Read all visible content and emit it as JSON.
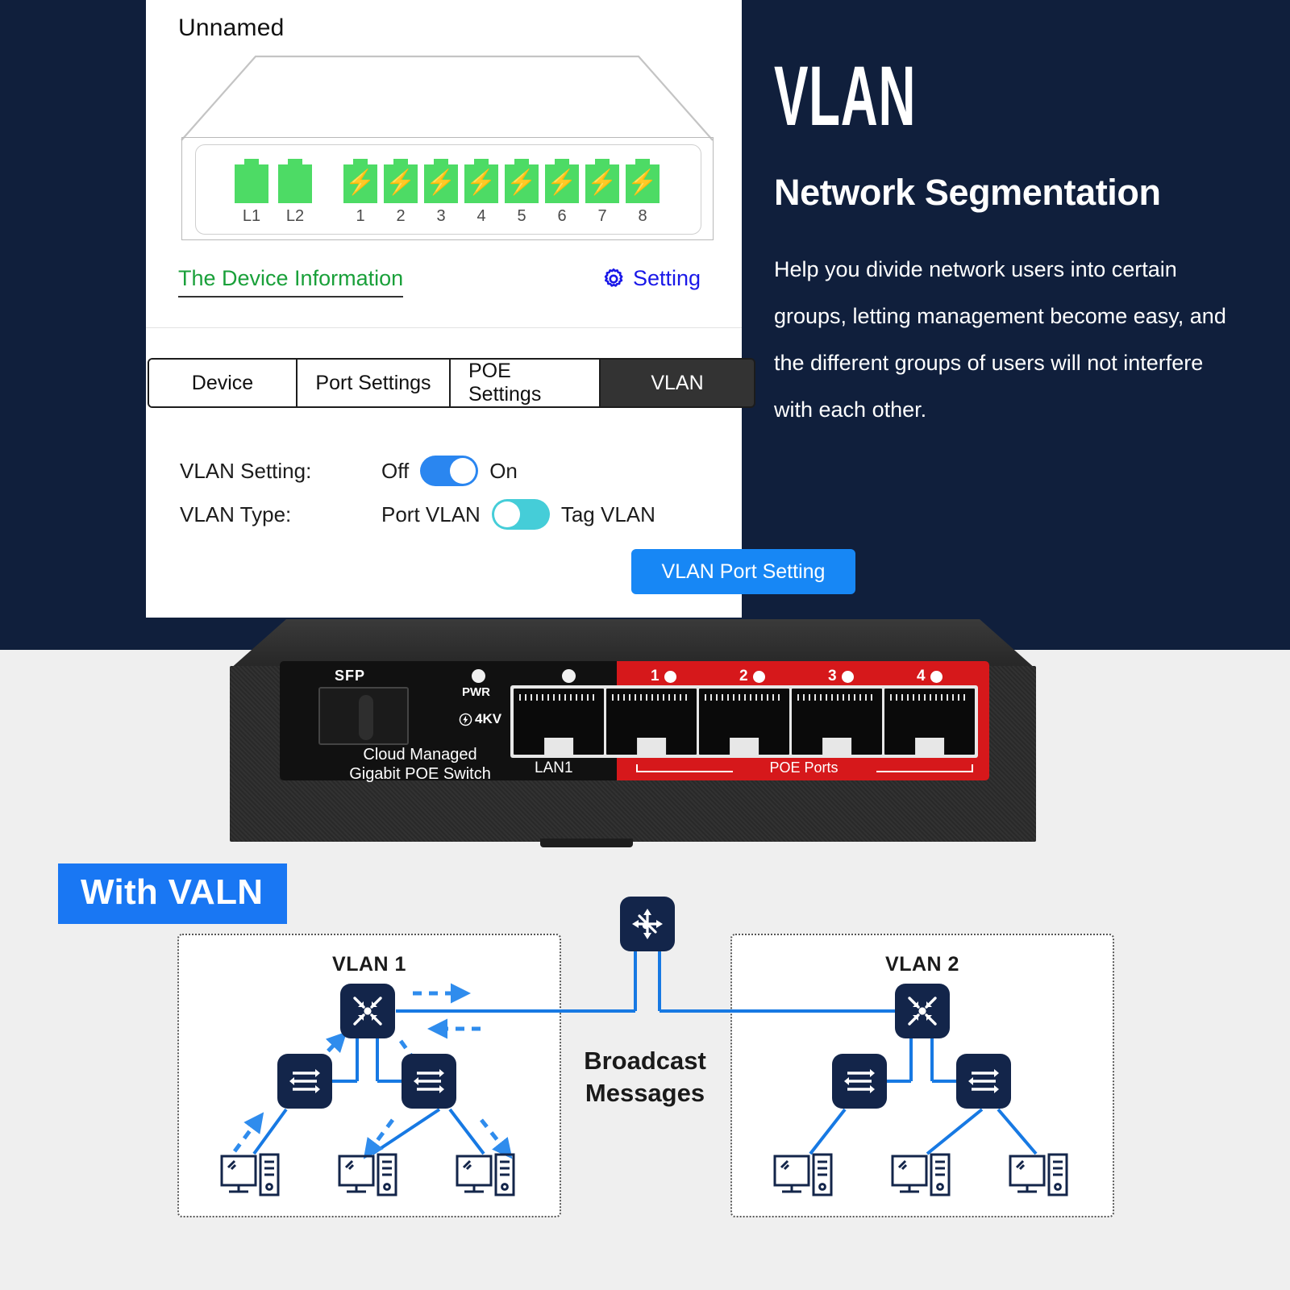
{
  "app": {
    "title": "Unnamed",
    "device": {
      "lan_ports": [
        {
          "label": "L1",
          "poe": false
        },
        {
          "label": "L2",
          "poe": false
        }
      ],
      "poe_ports": [
        {
          "label": "1",
          "poe": true
        },
        {
          "label": "2",
          "poe": true
        },
        {
          "label": "3",
          "poe": true
        },
        {
          "label": "4",
          "poe": true
        },
        {
          "label": "5",
          "poe": true
        },
        {
          "label": "6",
          "poe": true
        },
        {
          "label": "7",
          "poe": true
        },
        {
          "label": "8",
          "poe": true
        }
      ]
    },
    "device_info_label": "The Device Information",
    "setting_label": "Setting",
    "setting_icon": "gear-icon",
    "tabs": [
      {
        "label": "Device",
        "active": false
      },
      {
        "label": "Port Settings",
        "active": false
      },
      {
        "label": "POE Settings",
        "active": false
      },
      {
        "label": "VLAN",
        "active": true
      }
    ],
    "form": {
      "vlan_setting_label": "VLAN Setting:",
      "vlan_setting_off": "Off",
      "vlan_setting_on": "On",
      "vlan_setting_state": "On",
      "vlan_type_label": "VLAN Type:",
      "vlan_type_left": "Port VLAN",
      "vlan_type_right": "Tag VLAN",
      "vlan_type_state": "Port VLAN",
      "port_setting_button": "VLAN Port Setting"
    },
    "colors": {
      "toggle_on": "#2a86f0",
      "toggle_type": "#45cdd8",
      "button": "#1787f5",
      "device_info": "#1aa03a",
      "setting": "#1a18e8",
      "port_green": "#4ddb65",
      "bolt_red": "#e03a20",
      "active_tab_bg": "#333333"
    }
  },
  "promo": {
    "title": "VLAN",
    "subtitle": "Network Segmentation",
    "body": "Help you divide network users into certain groups, letting management become easy, and the different groups of users will not interfere with each other.",
    "background": "#101f3c"
  },
  "hardware": {
    "sfp_label": "SFP",
    "pwr_label": "PWR",
    "surge_label": "4KV",
    "surge_icon": "bolt-circle-icon",
    "brand_line1": "Cloud Managed",
    "brand_line2": "Gigabit POE Switch",
    "lan1_label": "LAN1",
    "poe_ports_label": "POE Ports",
    "poe_port_numbers": [
      "1",
      "2",
      "3",
      "4"
    ],
    "band_color": "#d6181b"
  },
  "diagram": {
    "badge": "With VALN",
    "badge_color": "#1977f3",
    "vlan1_caption": "VLAN 1",
    "vlan2_caption": "VLAN 2",
    "broadcast_label": "Broadcast Messages",
    "router_icon": "router-icon",
    "switch_icon": "switch-icon",
    "broadcast_icon": "broadcast-icon",
    "pc_icon": "desktop-computer-icon",
    "wire_color": "#1779e3",
    "node_color": "#13254a"
  }
}
